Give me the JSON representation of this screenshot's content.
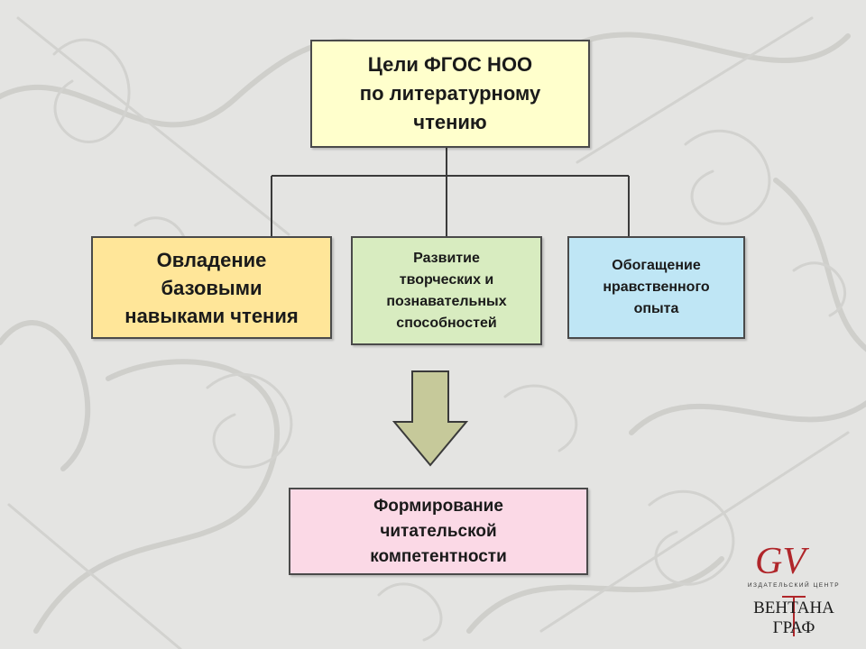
{
  "goal": {
    "text": "Цели ФГОС НОО\nпо литературному\nчтению"
  },
  "outcomes": [
    {
      "text": "Овладение\nбазовыми\nнавыками чтения"
    },
    {
      "text": "Развитие\nтворческих и\nпознавательных\nспособностей"
    },
    {
      "text": "Обогащение\nнравственного\nопыта"
    }
  ],
  "result": {
    "text": "Формирование\nчитательской\nкомпетентности"
  },
  "logo": {
    "monogram": "GV",
    "tagline": "ИЗДАТЕЛЬСКИЙ ЦЕНТР",
    "line1": "ВЕНТАНА",
    "line2": "ГРАФ"
  },
  "colors": {
    "goal_fill": "#ffffcc",
    "reading_fill": "#ffe699",
    "creative_fill": "#d8ecc0",
    "moral_fill": "#bfe6f5",
    "result_fill": "#fbd9e6",
    "arrow_fill": "#c6c99a",
    "logo_red": "#b0262a"
  },
  "icons": {
    "arrow": "down-arrow-icon"
  }
}
